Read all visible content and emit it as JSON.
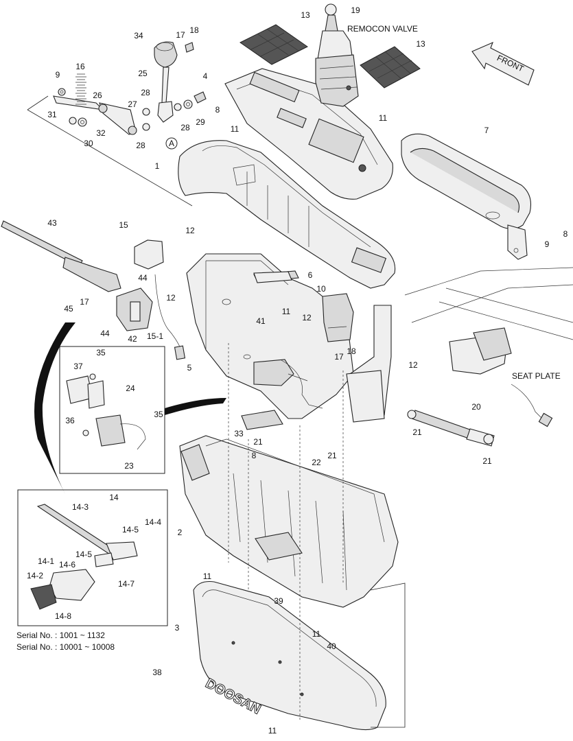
{
  "labels": {
    "remocon_valve": "REMOCON VALVE",
    "front": "FRONT",
    "seat_plate": "SEAT PLATE",
    "brand": "DOOSAN",
    "serial_1": "Serial No. : 1001 ~ 1132",
    "serial_2": "Serial No. : 10001 ~ 10008",
    "ref_a": "A"
  },
  "callouts": {
    "c1": "1",
    "c2": "2",
    "c3": "3",
    "c4": "4",
    "c5": "5",
    "c6": "6",
    "c7": "7",
    "c8a": "8",
    "c8b": "8",
    "c8c": "8",
    "c9a": "9",
    "c9b": "9",
    "c10": "10",
    "c11a": "11",
    "c11b": "11",
    "c11c": "11",
    "c11d": "11",
    "c11e": "11",
    "c11f": "11",
    "c12a": "12",
    "c12b": "12",
    "c12c": "12",
    "c12d": "12",
    "c13a": "13",
    "c13b": "13",
    "c14": "14",
    "c14_1": "14-1",
    "c14_2": "14-2",
    "c14_3": "14-3",
    "c14_4": "14-4",
    "c14_5a": "14-5",
    "c14_5b": "14-5",
    "c14_6": "14-6",
    "c14_7": "14-7",
    "c14_8": "14-8",
    "c15": "15",
    "c15_1": "15-1",
    "c16": "16",
    "c17a": "17",
    "c17b": "17",
    "c17c": "17",
    "c18a": "18",
    "c18b": "18",
    "c19": "19",
    "c20": "20",
    "c21a": "21",
    "c21b": "21",
    "c21c": "21",
    "c21d": "21",
    "c22": "22",
    "c23": "23",
    "c24": "24",
    "c25": "25",
    "c26": "26",
    "c27": "27",
    "c28a": "28",
    "c28b": "28",
    "c28c": "28",
    "c29": "29",
    "c30": "30",
    "c31": "31",
    "c32": "32",
    "c33": "33",
    "c34": "34",
    "c35a": "35",
    "c35b": "35",
    "c36": "36",
    "c37": "37",
    "c38": "38",
    "c39": "39",
    "c40": "40",
    "c41": "41",
    "c42": "42",
    "c43": "43",
    "c44a": "44",
    "c44b": "44",
    "c45": "45"
  }
}
